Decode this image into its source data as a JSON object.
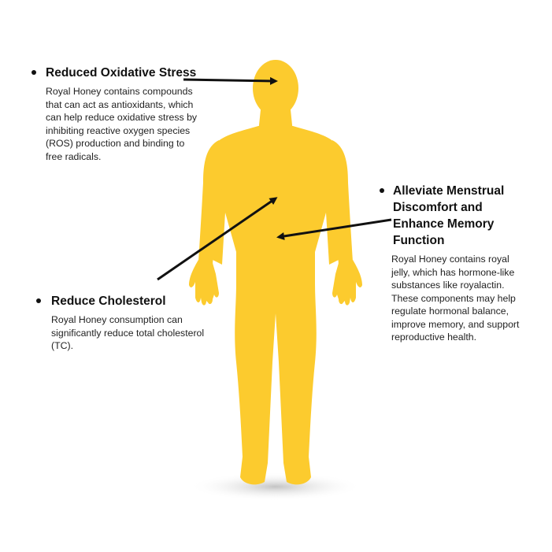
{
  "colors": {
    "body": "#FCCB2E",
    "arrow": "#111111",
    "shadow": "#cfcfcf"
  },
  "callouts": [
    {
      "heading": "Reduced Oxidative Stress",
      "body": "Royal Honey contains compounds that can act as antioxidants, which can help reduce oxidative stress by inhibiting reactive oxygen species (ROS) production and binding to free radicals."
    },
    {
      "heading": "Alleviate Menstrual Discomfort and Enhance Memory Function",
      "body": "Royal Honey contains royal jelly, which has hormone-like substances like royalactin. These components may help regulate hormonal balance, improve memory, and support reproductive health."
    },
    {
      "heading": "Reduce Cholesterol",
      "body": "Royal Honey consumption can significantly reduce total cholesterol (TC)."
    }
  ]
}
